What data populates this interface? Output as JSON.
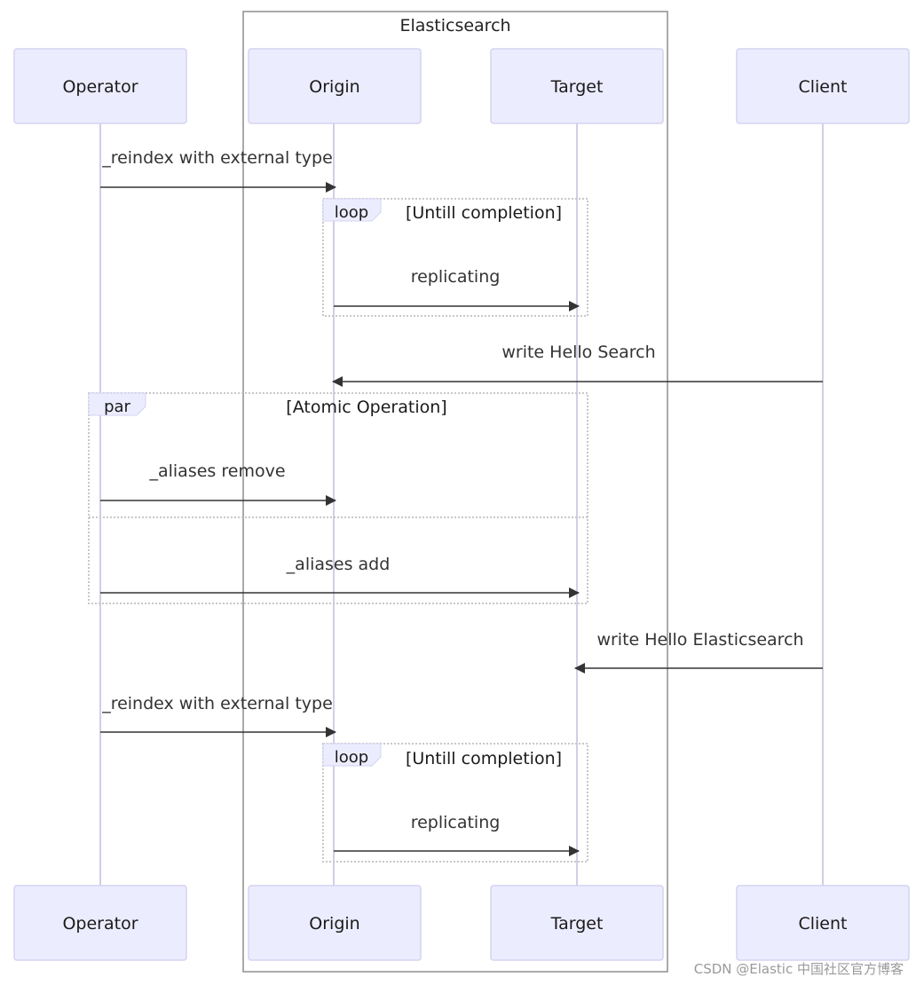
{
  "group": {
    "label": "Elasticsearch"
  },
  "actors": {
    "operator": "Operator",
    "origin": "Origin",
    "target": "Target",
    "client": "Client"
  },
  "messages": {
    "reindex_1": "_reindex with external type",
    "replicating_1": "replicating",
    "write_hello_search": "write Hello Search",
    "aliases_remove": "_aliases remove",
    "aliases_add": "_aliases add",
    "write_hello_es": "write Hello Elasticsearch",
    "reindex_2": "_reindex with external type",
    "replicating_2": "replicating"
  },
  "frames": {
    "loop_1": {
      "kind": "loop",
      "condition": "[Untill completion]"
    },
    "par": {
      "kind": "par",
      "condition": "[Atomic Operation]"
    },
    "loop_2": {
      "kind": "loop",
      "condition": "[Untill completion]"
    }
  },
  "watermark": "CSDN @Elastic 中国社区官方博客"
}
